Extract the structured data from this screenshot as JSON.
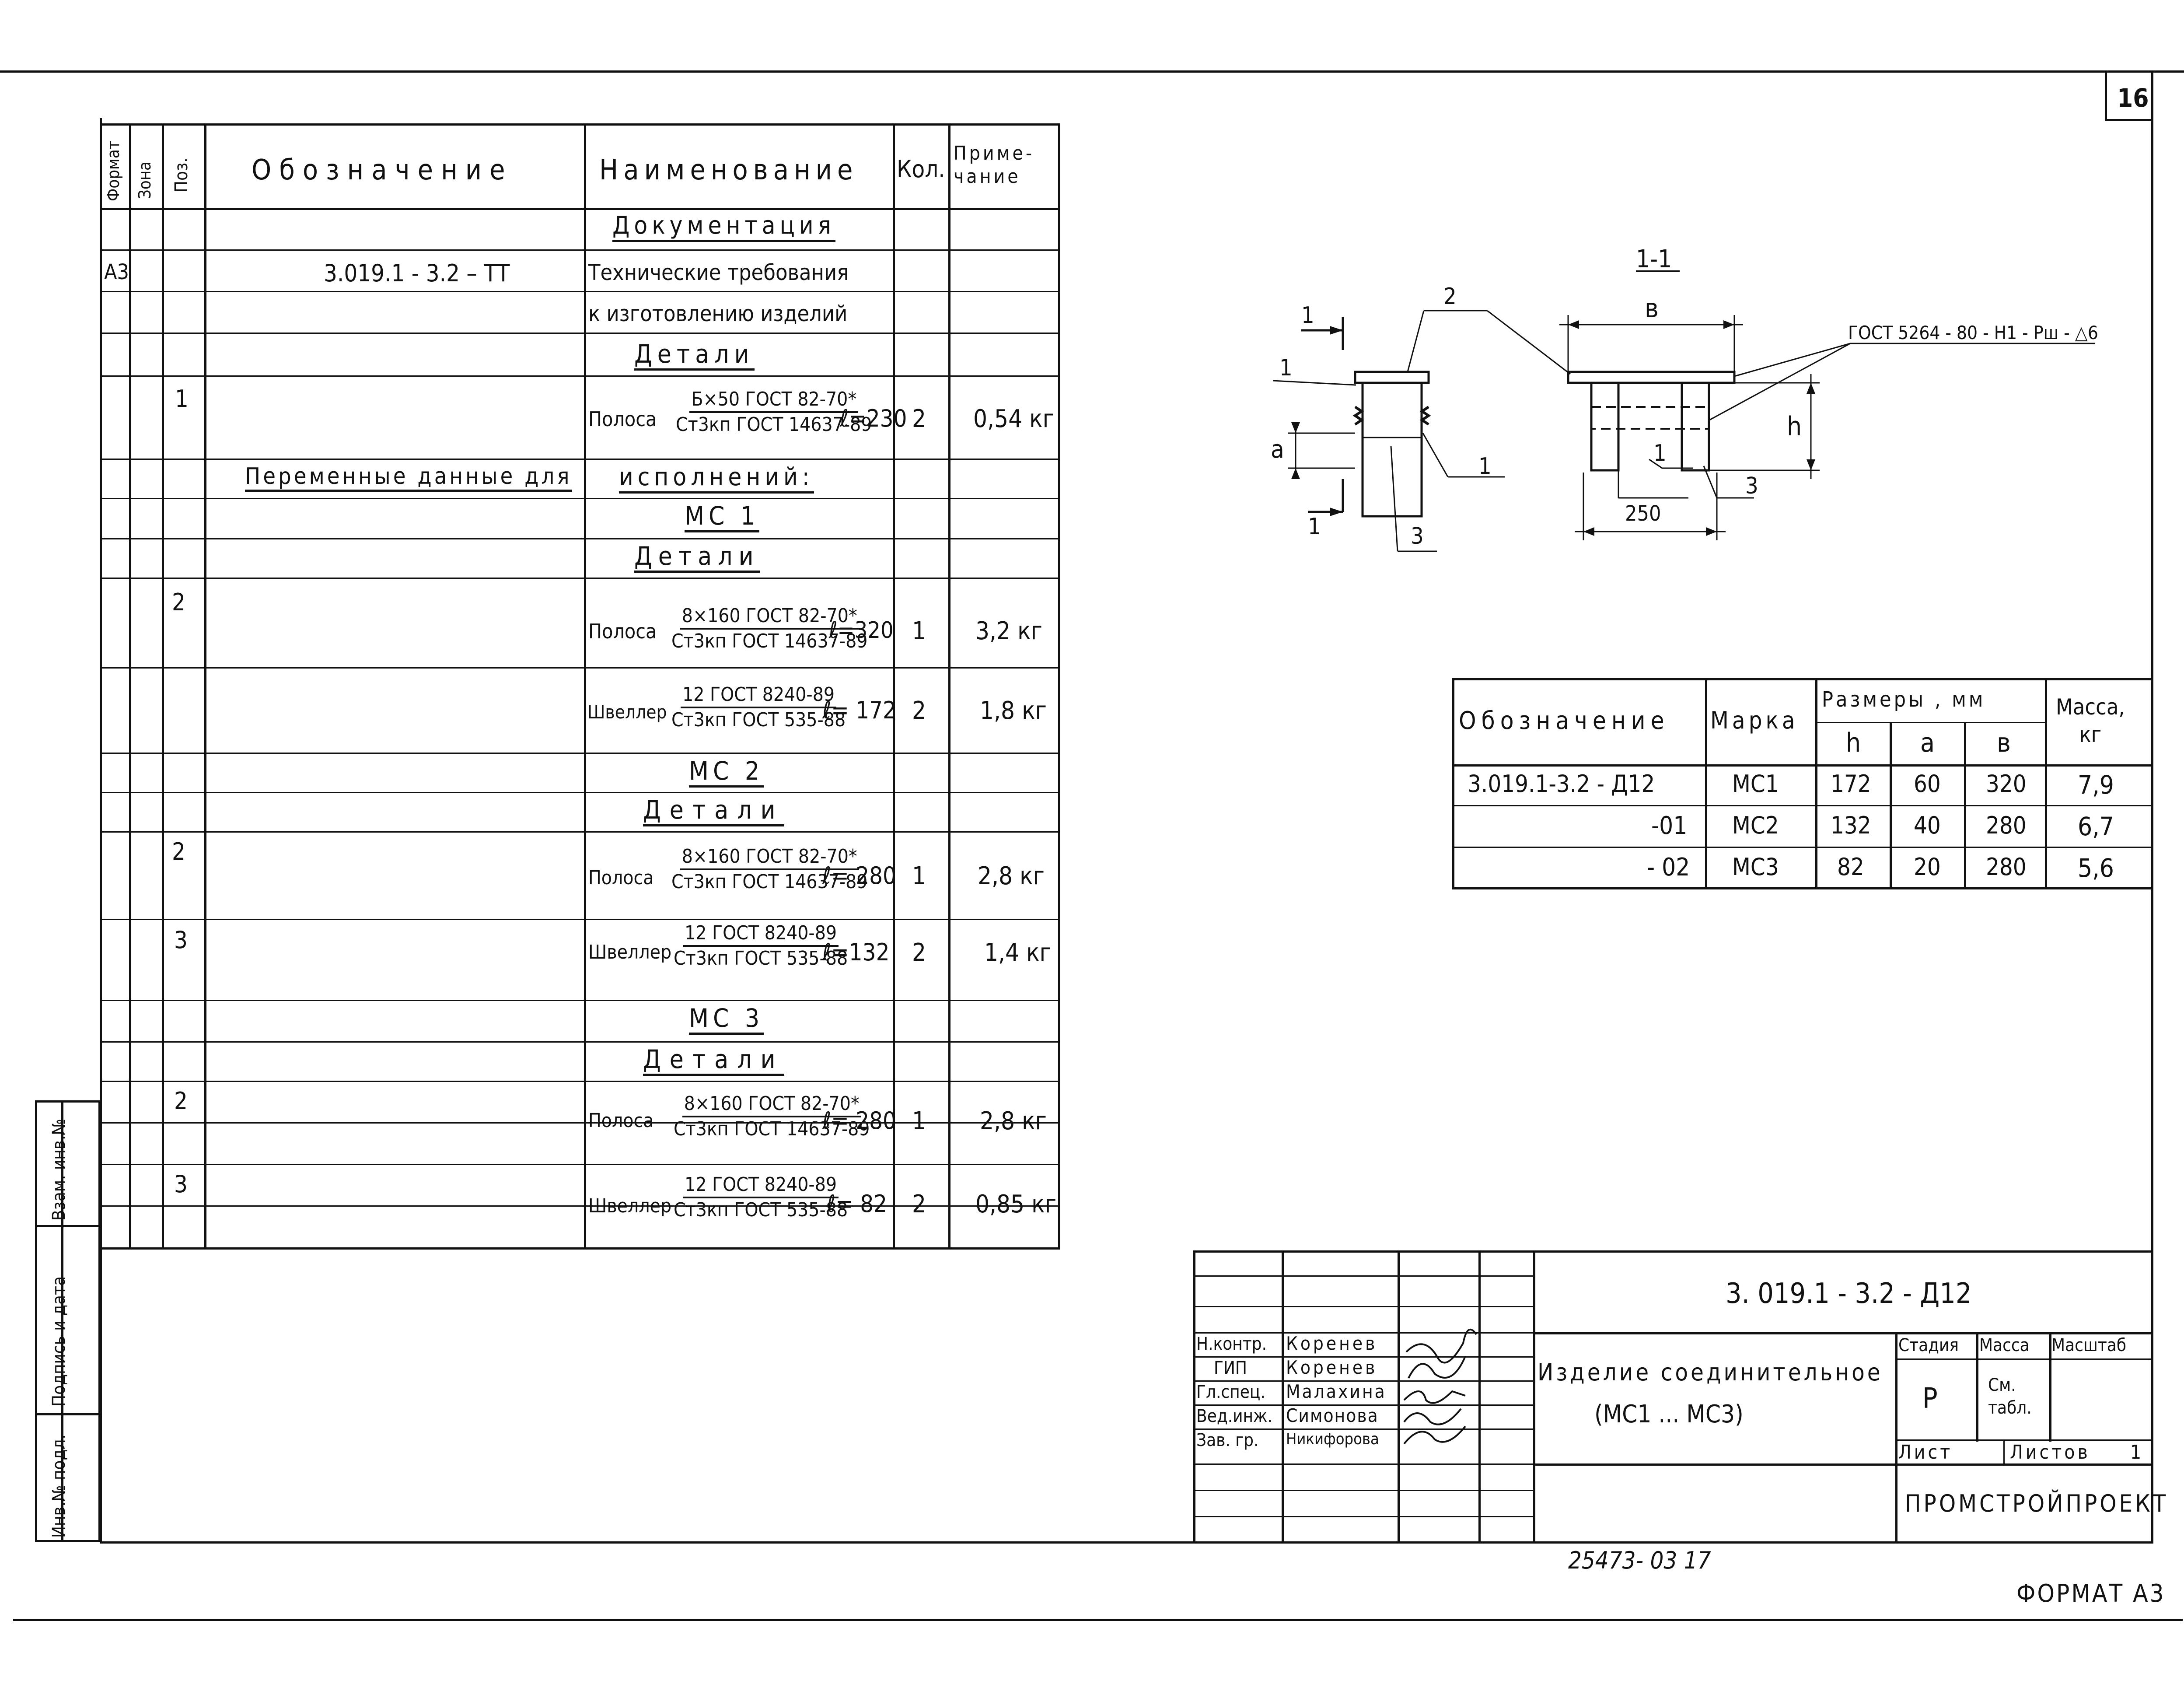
{
  "page": {
    "number": "16",
    "bottom_code": "25473- 03   17",
    "format_label": "ФОРМАТ А3"
  },
  "spec": {
    "headers": {
      "format": "Формат",
      "zone": "Зона",
      "pos": "Поз.",
      "designation": "Обозначение",
      "name": "Наименование",
      "qty": "Кол.",
      "note": "Приме-\nчание"
    },
    "rows": [
      {
        "name": "Документация",
        "section": true
      },
      {
        "format": "А3",
        "designation": "3.019.1 - 3.2 – ТТ",
        "name": "Технические требования"
      },
      {
        "name": "к изготовлению изделий"
      },
      {
        "name": "Детали",
        "section": true
      },
      {
        "pos": "1",
        "part": "Полоса",
        "num": "Б×50 ГОСТ 82-70*",
        "den": "Ст3кп ГОСТ 14637-89",
        "len": "ℓ=230",
        "qty": "2",
        "note": "0,54 кг"
      },
      {
        "left": "Переменные данные для",
        "name": "исполнений:",
        "section": true
      },
      {
        "name": "МС 1",
        "section": true
      },
      {
        "name": "Детали",
        "section": true
      },
      {
        "pos": "2",
        "part": "Полоса",
        "num": "8×160 ГОСТ 82-70*",
        "den": "Ст3кп ГОСТ 14637-89",
        "len": "ℓ=320",
        "qty": "1",
        "note": "3,2 кг"
      },
      {
        "part": "Швеллер",
        "num": "12 ГОСТ 8240-89",
        "den": "Ст3кп ГОСТ 535-88",
        "len": "ℓ= 172",
        "qty": "2",
        "note": "1,8 кг"
      },
      {
        "name": "МС 2",
        "section": true
      },
      {
        "name": "Детали",
        "section": true
      },
      {
        "pos": "2",
        "part": "Полоса",
        "num": "8×160 ГОСТ 82-70*",
        "den": "Ст3кп ГОСТ 14637-89",
        "len": "ℓ= 280",
        "qty": "1",
        "note": "2,8 кг"
      },
      {
        "pos": "3",
        "part": "Швеллер",
        "num": "12 ГОСТ 8240-89",
        "den": "Ст3кп ГОСТ 535-88",
        "len": "ℓ=132",
        "qty": "2",
        "note": "1,4 кг"
      },
      {
        "name": "МС 3",
        "section": true
      },
      {
        "name": "Детали",
        "section": true
      },
      {
        "pos": "2",
        "part": "Полоса",
        "num": "8×160 ГОСТ 82-70*",
        "den": "Ст3кп ГОСТ 14637-89",
        "len": "ℓ= 280",
        "qty": "1",
        "note": "2,8 кг"
      },
      {
        "pos": "3",
        "part": "Швеллер",
        "num": "12 ГОСТ 8240-89",
        "den": "Ст3кп ГОСТ 535-88",
        "len": "ℓ= 82",
        "qty": "2",
        "note": "0,85 кг"
      }
    ]
  },
  "drawing": {
    "section_label": "1-1",
    "callouts": {
      "c1_top": "1",
      "c1_bottom": "1",
      "part1_side": "1",
      "part2": "2",
      "part3": "3",
      "part1_sec": "1",
      "part3_sec": "3"
    },
    "dims": {
      "a": "а",
      "b": "в",
      "h": "h",
      "width": "250"
    },
    "weld": "ГОСТ 5264 - 80 - Н1 - Рш - △6"
  },
  "dimtable": {
    "headers": {
      "designation": "Обозначение",
      "mark": "Марка",
      "sizes": "Размеры , мм",
      "h": "h",
      "a": "а",
      "b": "в",
      "mass": "Масса,\nкг"
    },
    "rows": [
      {
        "designation": "3.019.1-3.2 - Д12",
        "mark": "МС1",
        "h": "172",
        "a": "60",
        "b": "320",
        "mass": "7,9"
      },
      {
        "designation": "-01",
        "mark": "МС2",
        "h": "132",
        "a": "40",
        "b": "280",
        "mass": "6,7"
      },
      {
        "designation": "- 02",
        "mark": "МС3",
        "h": "82",
        "a": "20",
        "b": "280",
        "mass": "5,6"
      }
    ]
  },
  "titleblock": {
    "code": "3. 019.1 - 3.2 - Д12",
    "title_line1": "Изделие соединительное",
    "title_line2": "(МС1   ...   МС3)",
    "stage_label": "Стадия",
    "stage": "Р",
    "mass_label": "Масса",
    "mass": "См.\nтабл.",
    "scale_label": "Масштаб",
    "sheet_label": "Лист",
    "sheets_label": "Листов",
    "sheets": "1",
    "org": "ПРОМСТРОЙПРОЕКТ",
    "staff": [
      {
        "role": "Н.контр.",
        "name": "Коренев"
      },
      {
        "role": "ГИП",
        "name": "Коренев"
      },
      {
        "role": "Гл.спец.",
        "name": "Малахина"
      },
      {
        "role": "Вед.инж.",
        "name": "Симонова"
      },
      {
        "role": "Зав. гр.",
        "name": "Никифорова"
      }
    ]
  },
  "side": {
    "labels": [
      "Инв.№ подл.",
      "Подпись и дата",
      "Взам. инв.№"
    ]
  }
}
